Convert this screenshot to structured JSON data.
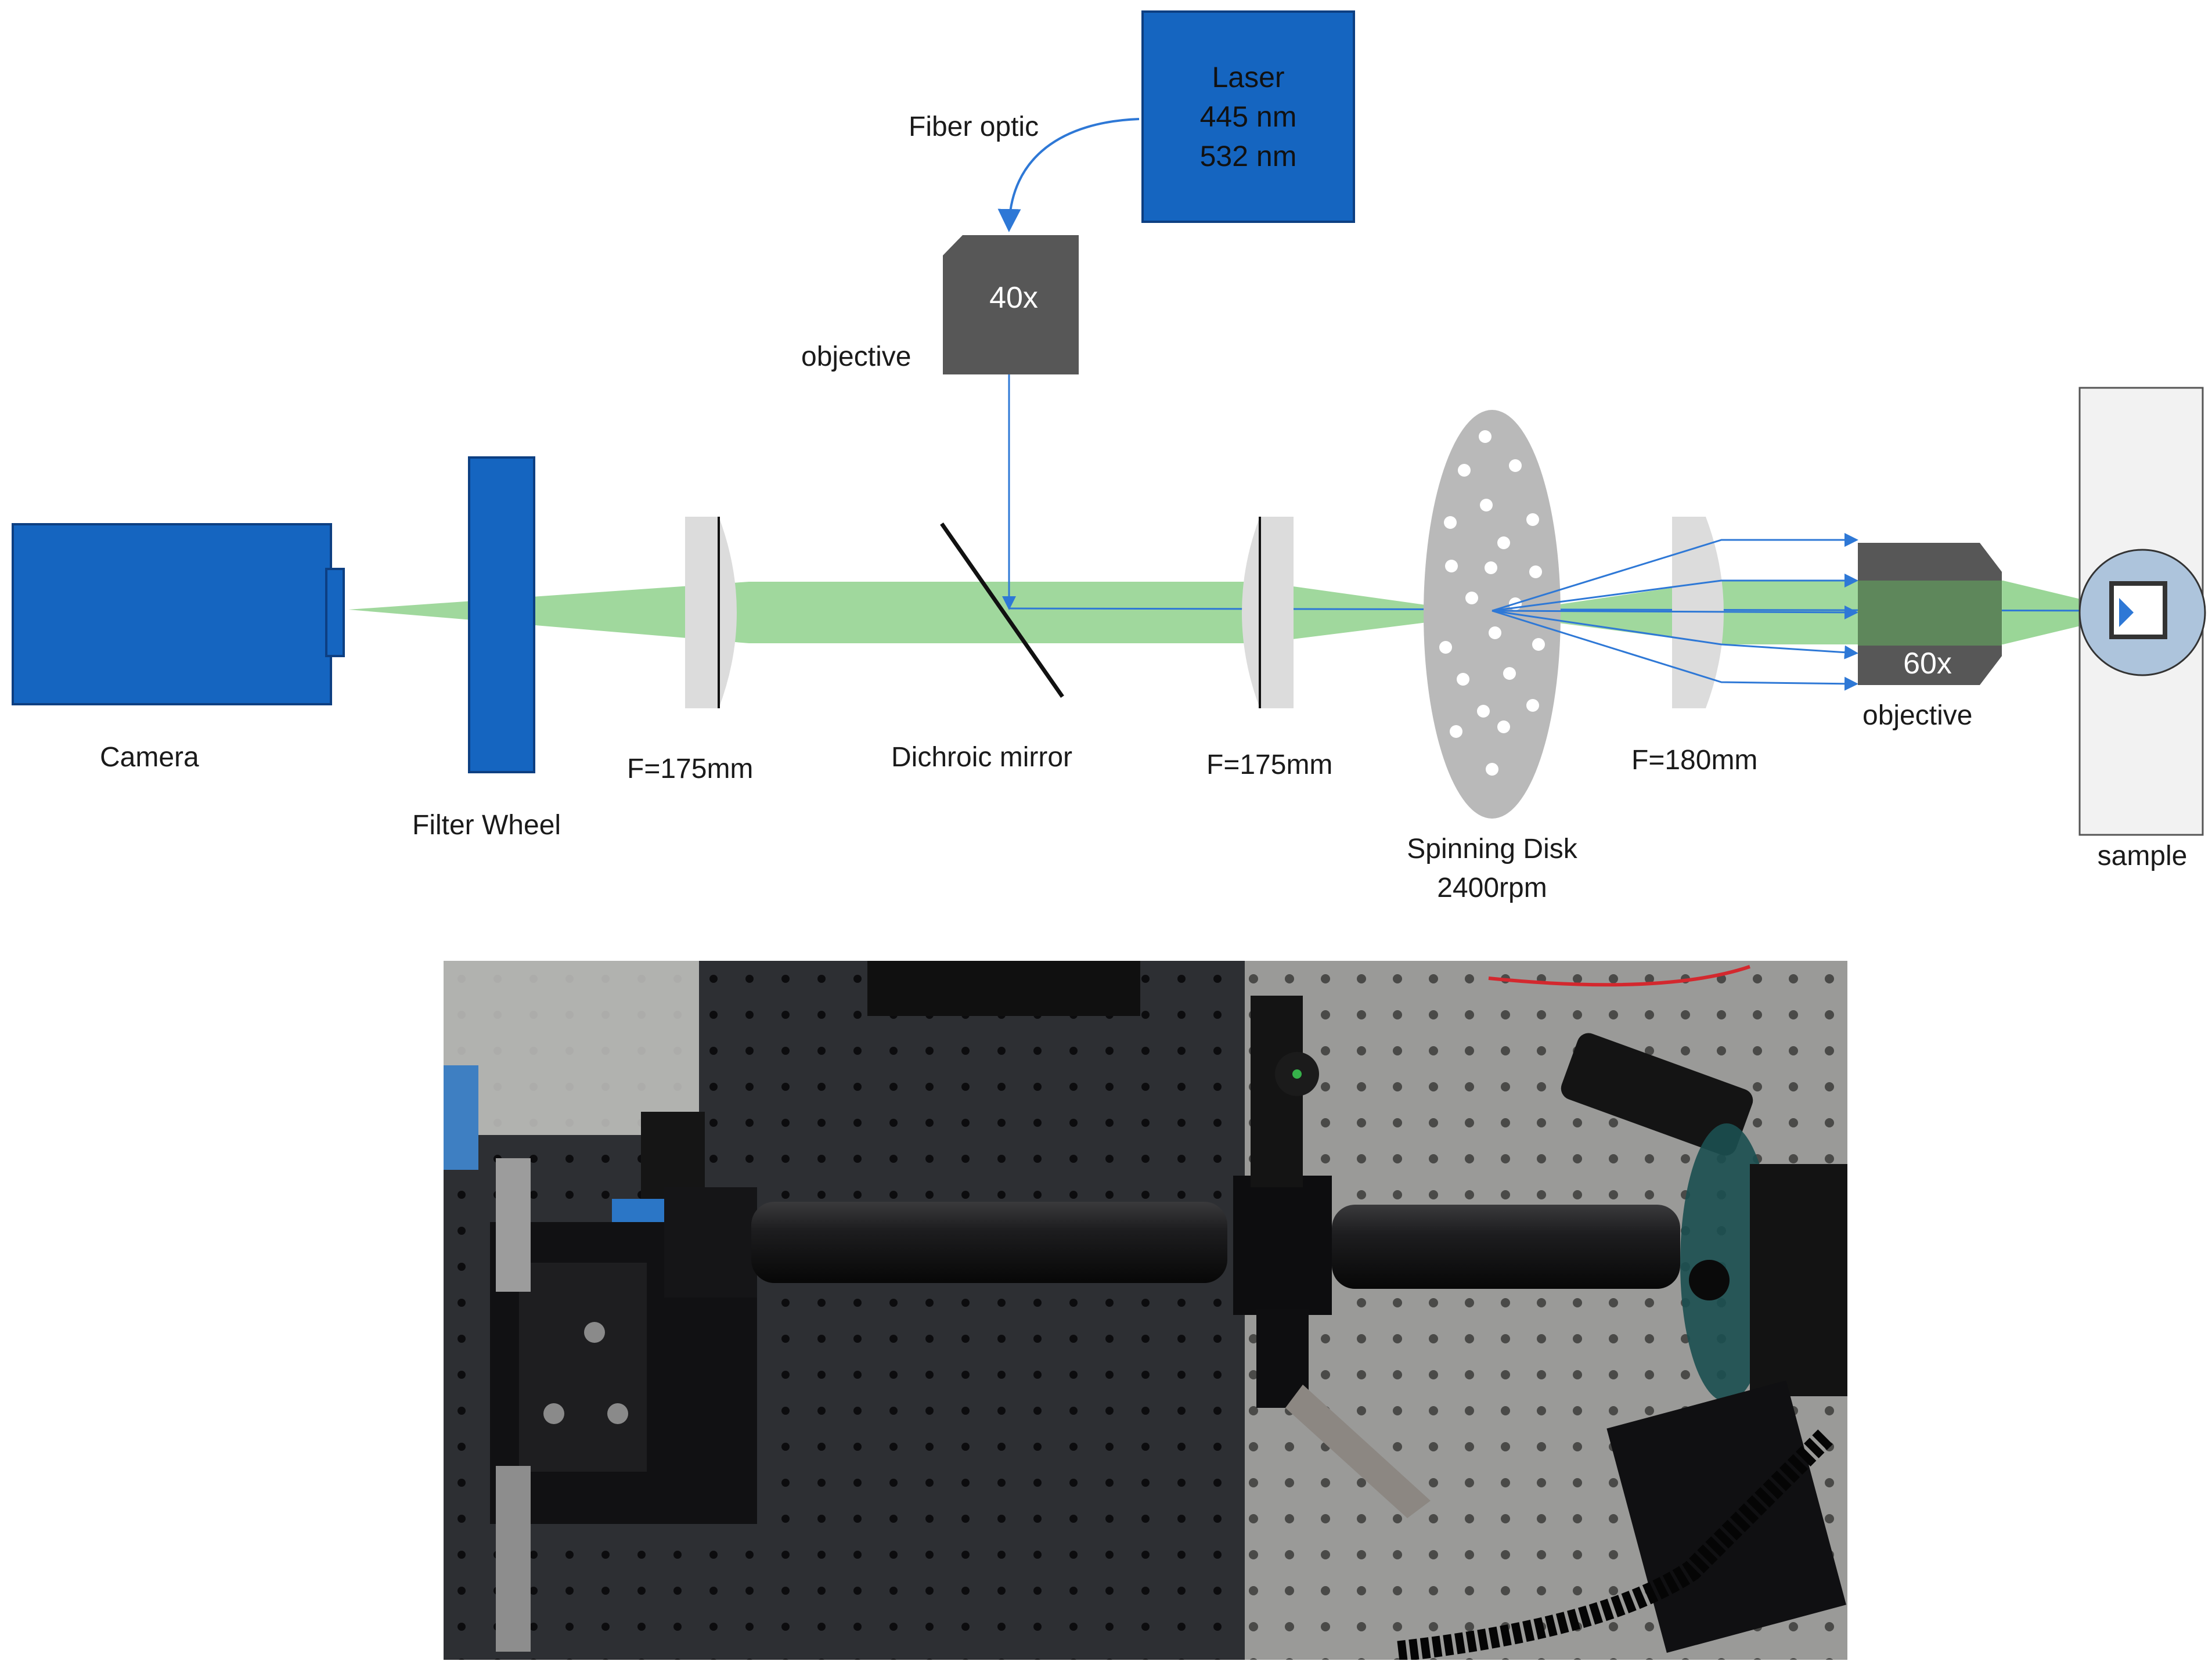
{
  "diagram": {
    "laser": {
      "label": "Laser",
      "lines": [
        "445 nm",
        "532 nm"
      ]
    },
    "fiber_optic": "Fiber optic",
    "objective_top": {
      "magnification": "40x",
      "label": "objective"
    },
    "camera": "Camera",
    "filter_wheel": "Filter Wheel",
    "lens1": "F=175mm",
    "dichroic": "Dichroic mirror",
    "lens2": "F=175mm",
    "spinning_disk": {
      "label": "Spinning Disk",
      "speed": "2400rpm"
    },
    "lens3": "F=180mm",
    "objective_right": {
      "magnification": "60x",
      "label": "objective"
    },
    "sample": "sample"
  },
  "colors": {
    "component_blue": "#1565c0",
    "component_blue_border": "#0d3f82",
    "objective_gray": "#575757",
    "beam_green": "#8fd18c",
    "ray_blue": "#2e78d6",
    "lens_gray": "#dcdcdc",
    "disk_gray": "#b9b9b9",
    "sample_box": "#f2f2f2",
    "sample_circle": "#adc4dc"
  }
}
